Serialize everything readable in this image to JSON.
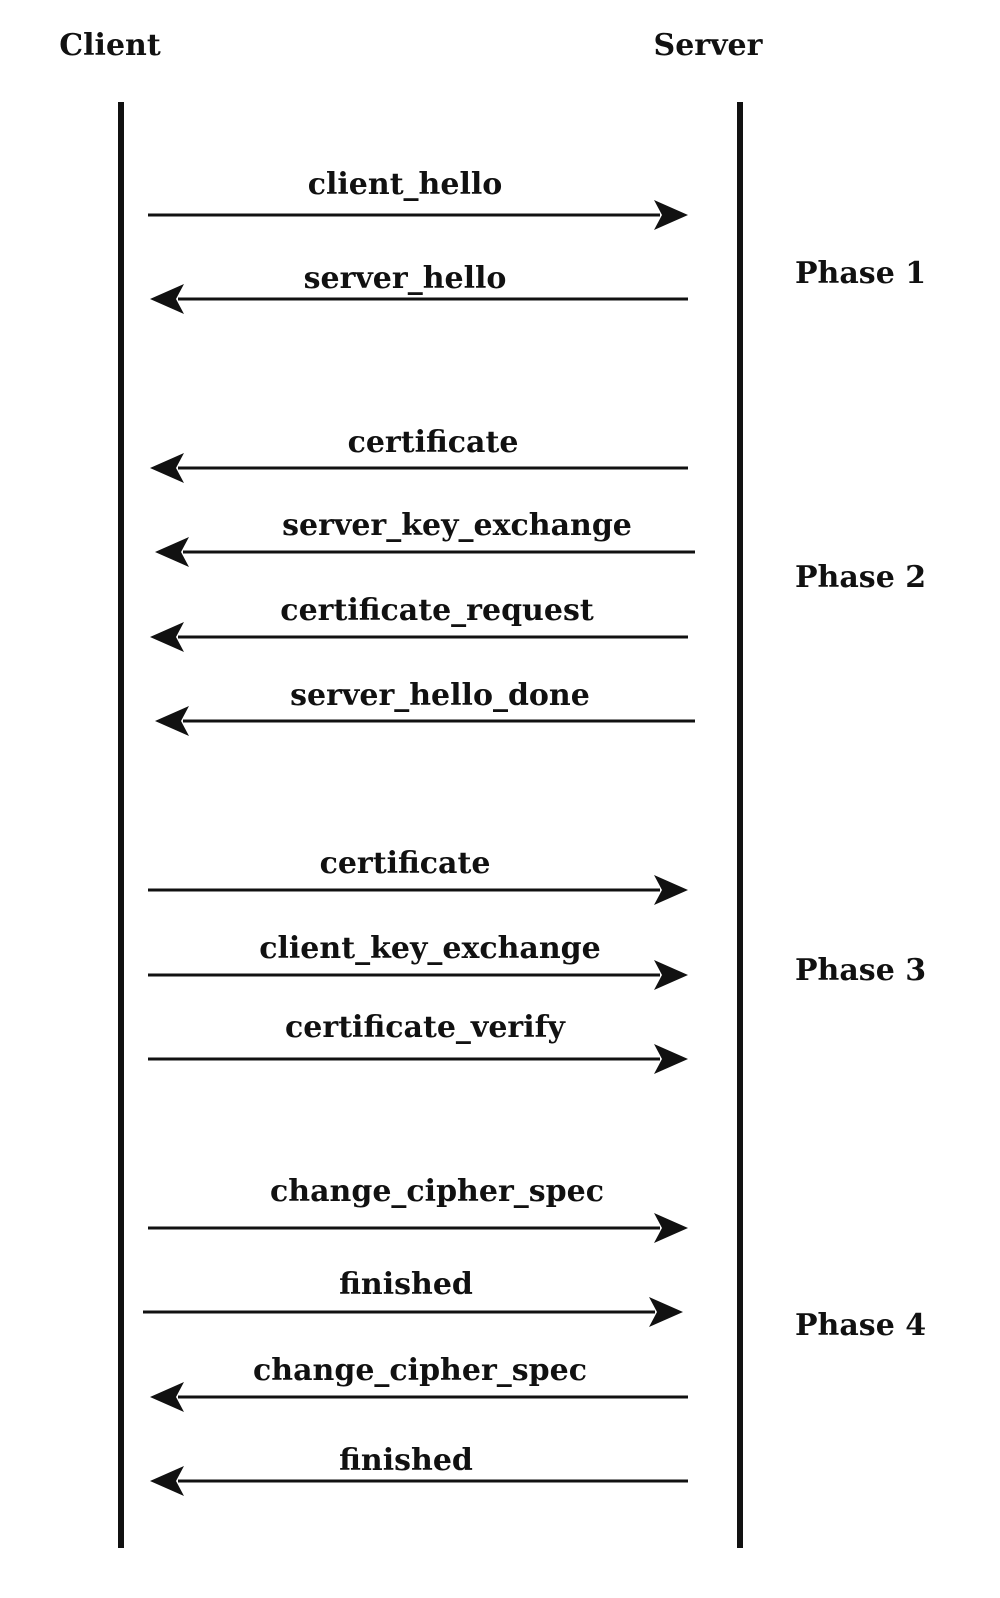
{
  "actors": {
    "client": "Client",
    "server": "Server"
  },
  "messages": [
    {
      "label": "client_hello",
      "direction": "to-server"
    },
    {
      "label": "server_hello",
      "direction": "to-client"
    },
    {
      "label": "certificate",
      "direction": "to-client"
    },
    {
      "label": "server_key_exchange",
      "direction": "to-client"
    },
    {
      "label": "certificate_request",
      "direction": "to-client"
    },
    {
      "label": "server_hello_done",
      "direction": "to-client"
    },
    {
      "label": "certificate",
      "direction": "to-server"
    },
    {
      "label": "client_key_exchange",
      "direction": "to-server"
    },
    {
      "label": "certificate_verify",
      "direction": "to-server"
    },
    {
      "label": "change_cipher_spec",
      "direction": "to-server"
    },
    {
      "label": "finished",
      "direction": "to-server"
    },
    {
      "label": "change_cipher_spec",
      "direction": "to-client"
    },
    {
      "label": "finished",
      "direction": "to-client"
    }
  ],
  "phases": [
    "Phase 1",
    "Phase 2",
    "Phase 3",
    "Phase 4"
  ]
}
